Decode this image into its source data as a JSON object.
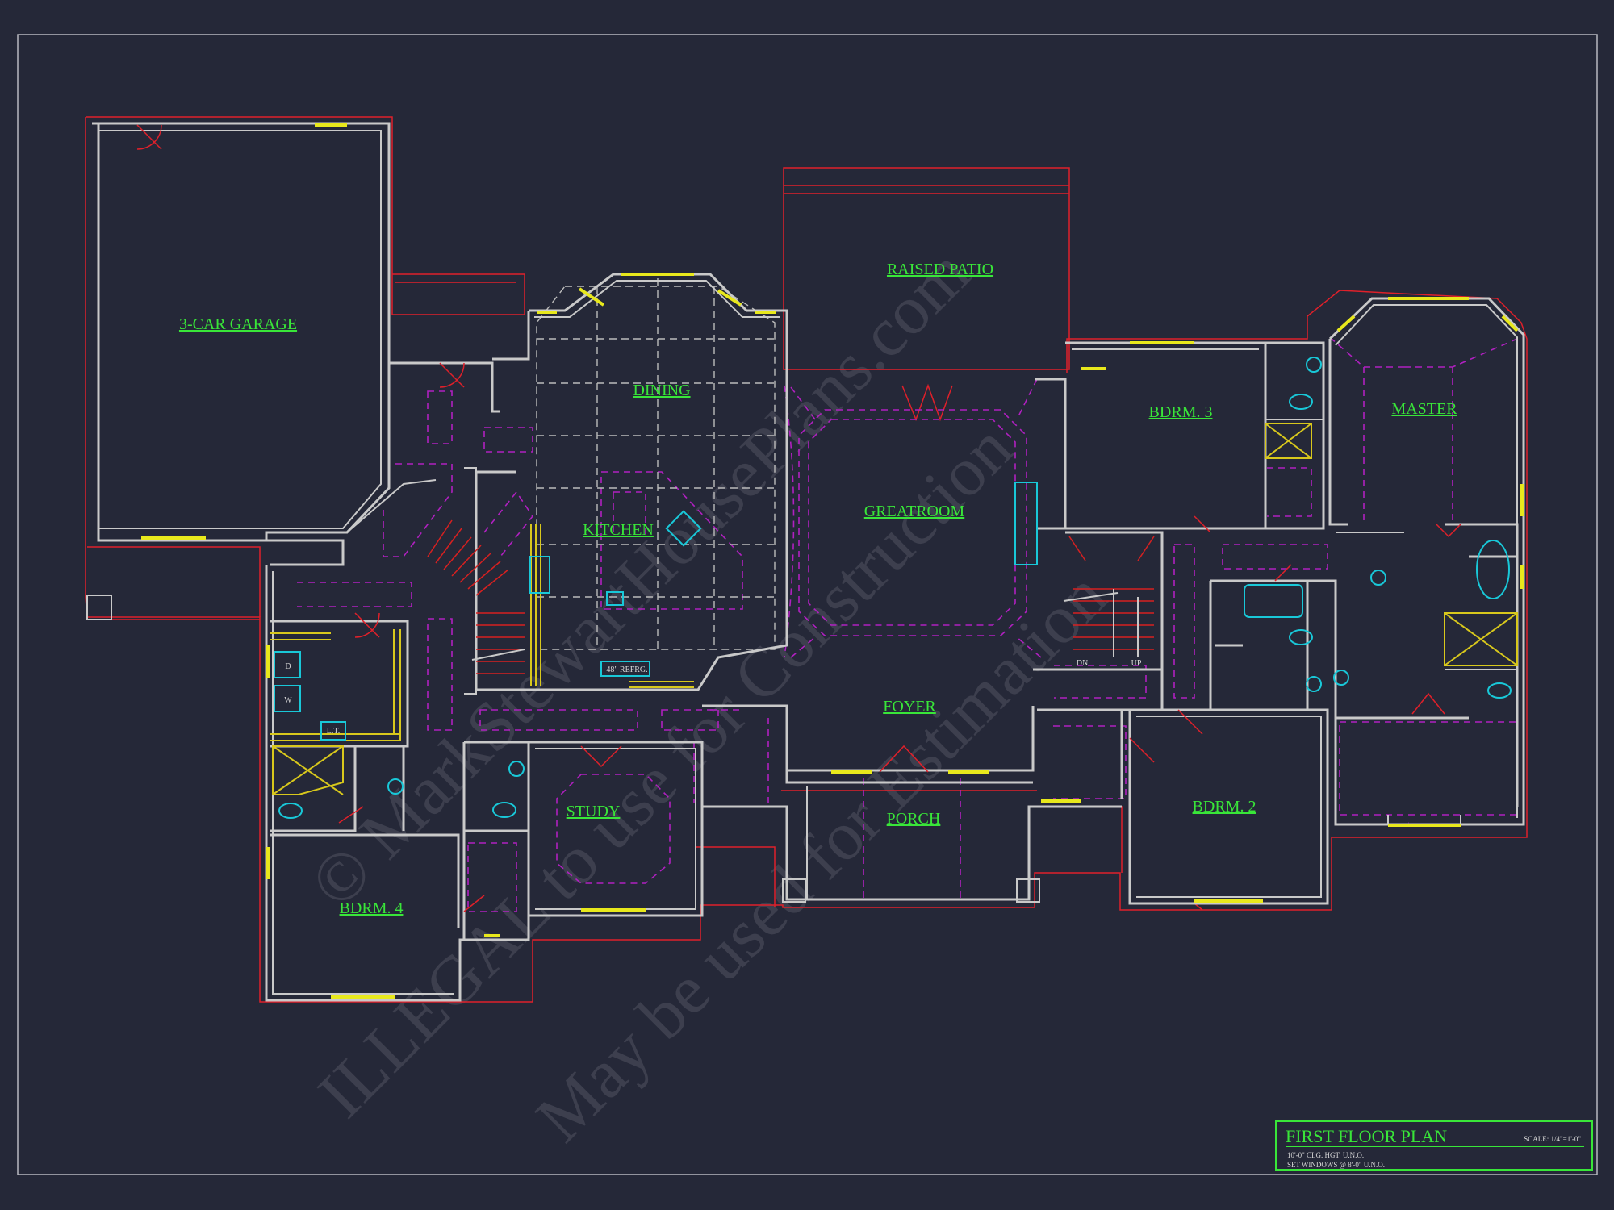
{
  "plan": {
    "rooms": {
      "garage": "3-CAR GARAGE",
      "patio": "RAISED PATIO",
      "dining": "DINING",
      "kitchen": "KITCHEN",
      "greatroom": "GREATROOM",
      "bdrm3": "BDRM. 3",
      "master": "MASTER",
      "foyer": "FOYER",
      "porch": "PORCH",
      "study": "STUDY",
      "bdrm4": "BDRM. 4",
      "bdrm2": "BDRM. 2"
    },
    "labels": {
      "refrig": "48\" REFRG.",
      "dryer": "D",
      "washer": "W",
      "laundry_tub": "L.T.",
      "stair_down": "DN",
      "stair_up": "UP"
    },
    "watermark": {
      "line1": "© MarkStewartHousePlans.com",
      "line2": "ILLEGAL to use for Construction",
      "line3": "May be used for Estimation"
    }
  },
  "title_block": {
    "title": "FIRST FLOOR PLAN",
    "scale": "SCALE: 1/4\"=1'-0\"",
    "note1": "10'-0\" CLG. HGT. U.N.O.",
    "note2": "SET WINDOWS @ 8'-0\" U.N.O."
  },
  "colors": {
    "background": "#252838",
    "walls": "#c9c9c9",
    "labels": "#39e639",
    "outline_red": "#e0202a",
    "ceiling_magenta": "#b020c0",
    "windows_yellow": "#e8e81c",
    "fixtures_cyan": "#19c8d8"
  }
}
